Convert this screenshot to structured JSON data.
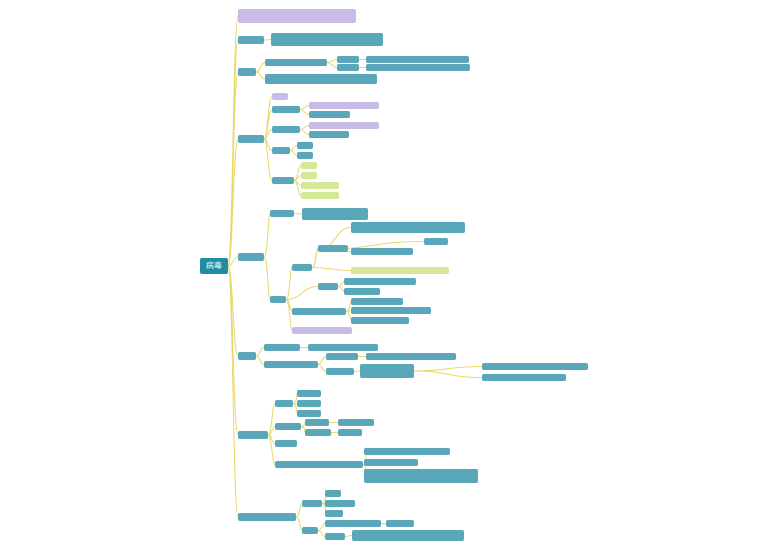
{
  "colors": {
    "root": "#1f8ea4",
    "teal": "#5aa6bb",
    "lavender": "#c9bbe8",
    "lime": "#d5e89a",
    "connector": "#e8d86a"
  },
  "nodes": [
    {
      "id": "root",
      "parent": "",
      "text": "病毒",
      "style": "root"
    },
    {
      "id": "top",
      "parent": "root",
      "text": "",
      "style": "lav"
    },
    {
      "id": "b1",
      "parent": "root",
      "text": "",
      "style": "teal"
    },
    {
      "id": "b1a",
      "parent": "b1",
      "text": "",
      "style": "teal"
    },
    {
      "id": "b2",
      "parent": "root",
      "text": "",
      "style": "teal"
    },
    {
      "id": "b2a",
      "parent": "b2",
      "text": "",
      "style": "teal"
    },
    {
      "id": "b2a1",
      "parent": "b2a",
      "text": "",
      "style": "teal"
    },
    {
      "id": "b2a1a",
      "parent": "b2a1",
      "text": "",
      "style": "teal"
    },
    {
      "id": "b2a2",
      "parent": "b2a",
      "text": "",
      "style": "teal"
    },
    {
      "id": "b2a2a",
      "parent": "b2a2",
      "text": "",
      "style": "teal"
    },
    {
      "id": "b2b",
      "parent": "b2",
      "text": "",
      "style": "teal"
    },
    {
      "id": "b3",
      "parent": "root",
      "text": "",
      "style": "teal"
    },
    {
      "id": "b3a",
      "parent": "b3",
      "text": "",
      "style": "lav"
    },
    {
      "id": "b3b",
      "parent": "b3",
      "text": "",
      "style": "teal"
    },
    {
      "id": "b3b1",
      "parent": "b3b",
      "text": "",
      "style": "lav"
    },
    {
      "id": "b3b2",
      "parent": "b3b",
      "text": "",
      "style": "teal"
    },
    {
      "id": "b3c",
      "parent": "b3",
      "text": "",
      "style": "teal"
    },
    {
      "id": "b3c1",
      "parent": "b3c",
      "text": "",
      "style": "lav"
    },
    {
      "id": "b3c2",
      "parent": "b3c",
      "text": "",
      "style": "teal"
    },
    {
      "id": "b3d",
      "parent": "b3",
      "text": "",
      "style": "teal"
    },
    {
      "id": "b3d1",
      "parent": "b3d",
      "text": "",
      "style": "teal"
    },
    {
      "id": "b3d2",
      "parent": "b3d",
      "text": "",
      "style": "teal"
    },
    {
      "id": "b3e",
      "parent": "b3",
      "text": "",
      "style": "teal"
    },
    {
      "id": "b3e1",
      "parent": "b3e",
      "text": "",
      "style": "lime"
    },
    {
      "id": "b3e2",
      "parent": "b3e",
      "text": "",
      "style": "lime"
    },
    {
      "id": "b3e3",
      "parent": "b3e",
      "text": "",
      "style": "lime"
    },
    {
      "id": "b3e4",
      "parent": "b3e",
      "text": "",
      "style": "lime"
    },
    {
      "id": "b4",
      "parent": "root",
      "text": "",
      "style": "teal"
    },
    {
      "id": "b4a",
      "parent": "b4",
      "text": "",
      "style": "teal"
    },
    {
      "id": "b4a1",
      "parent": "b4a",
      "text": "",
      "style": "teal"
    },
    {
      "id": "b4b",
      "parent": "b4",
      "text": "",
      "style": "teal"
    },
    {
      "id": "b4b1",
      "parent": "b4b",
      "text": "",
      "style": "teal"
    },
    {
      "id": "b4b1a",
      "parent": "b4b1",
      "text": "",
      "style": "teal"
    },
    {
      "id": "b4b1b",
      "parent": "b4b1",
      "text": "",
      "style": "teal"
    },
    {
      "id": "b4b1b1",
      "parent": "b4b1b",
      "text": "",
      "style": "teal"
    },
    {
      "id": "b4b1b2",
      "parent": "b4b1b",
      "text": "",
      "style": "teal"
    },
    {
      "id": "b4b1b3",
      "parent": "b4b1b",
      "text": "",
      "style": "teal"
    },
    {
      "id": "b4b1c",
      "parent": "b4b1",
      "text": "",
      "style": "lime"
    },
    {
      "id": "b4b2",
      "parent": "b4b",
      "text": "",
      "style": "teal"
    },
    {
      "id": "b4b2a",
      "parent": "b4b2",
      "text": "",
      "style": "teal"
    },
    {
      "id": "b4b2b",
      "parent": "b4b2",
      "text": "",
      "style": "teal"
    },
    {
      "id": "b4b3",
      "parent": "b4b",
      "text": "",
      "style": "teal"
    },
    {
      "id": "b4b3a",
      "parent": "b4b3",
      "text": "",
      "style": "teal"
    },
    {
      "id": "b4b3b",
      "parent": "b4b3",
      "text": "",
      "style": "teal"
    },
    {
      "id": "b4b3c",
      "parent": "b4b3",
      "text": "",
      "style": "teal"
    },
    {
      "id": "b4b4",
      "parent": "b4b",
      "text": "",
      "style": "lav"
    },
    {
      "id": "b5",
      "parent": "root",
      "text": "",
      "style": "teal"
    },
    {
      "id": "b5a",
      "parent": "b5",
      "text": "",
      "style": "teal"
    },
    {
      "id": "b5a1",
      "parent": "b5a",
      "text": "",
      "style": "teal"
    },
    {
      "id": "b5b",
      "parent": "b5",
      "text": "",
      "style": "teal"
    },
    {
      "id": "b5b1",
      "parent": "b5b",
      "text": "",
      "style": "teal"
    },
    {
      "id": "b5b1a",
      "parent": "b5b1",
      "text": "",
      "style": "teal"
    },
    {
      "id": "b5b2",
      "parent": "b5b",
      "text": "",
      "style": "teal"
    },
    {
      "id": "b5b2a",
      "parent": "b5b2",
      "text": "",
      "style": "teal"
    },
    {
      "id": "b5b2a1",
      "parent": "b5b2a",
      "text": "",
      "style": "teal"
    },
    {
      "id": "b5b2a2",
      "parent": "b5b2a",
      "text": "",
      "style": "teal"
    },
    {
      "id": "b6",
      "parent": "root",
      "text": "",
      "style": "teal"
    },
    {
      "id": "b6a",
      "parent": "b6",
      "text": "",
      "style": "teal"
    },
    {
      "id": "b6a1",
      "parent": "b6a",
      "text": "",
      "style": "teal"
    },
    {
      "id": "b6a2",
      "parent": "b6a",
      "text": "",
      "style": "teal"
    },
    {
      "id": "b6a3",
      "parent": "b6a",
      "text": "",
      "style": "teal"
    },
    {
      "id": "b6b",
      "parent": "b6",
      "text": "",
      "style": "teal"
    },
    {
      "id": "b6b1",
      "parent": "b6b",
      "text": "",
      "style": "teal"
    },
    {
      "id": "b6b1a",
      "parent": "b6b1",
      "text": "",
      "style": "teal"
    },
    {
      "id": "b6b2",
      "parent": "b6b",
      "text": "",
      "style": "teal"
    },
    {
      "id": "b6b2a",
      "parent": "b6b2",
      "text": "",
      "style": "teal"
    },
    {
      "id": "b6c",
      "parent": "b6",
      "text": "",
      "style": "teal"
    },
    {
      "id": "b6d",
      "parent": "b6",
      "text": "",
      "style": "teal"
    },
    {
      "id": "b6d1",
      "parent": "b6d",
      "text": "",
      "style": "teal"
    },
    {
      "id": "b6d2",
      "parent": "b6d",
      "text": "",
      "style": "teal"
    },
    {
      "id": "b6d3",
      "parent": "b6d",
      "text": "",
      "style": "teal"
    },
    {
      "id": "b7",
      "parent": "root",
      "text": "",
      "style": "teal"
    },
    {
      "id": "b7a",
      "parent": "b7",
      "text": "",
      "style": "teal"
    },
    {
      "id": "b7a1",
      "parent": "b7a",
      "text": "",
      "style": "teal"
    },
    {
      "id": "b7a2",
      "parent": "b7a",
      "text": "",
      "style": "teal"
    },
    {
      "id": "b7a3",
      "parent": "b7a",
      "text": "",
      "style": "teal"
    },
    {
      "id": "b7b",
      "parent": "b7",
      "text": "",
      "style": "teal"
    },
    {
      "id": "b7b1",
      "parent": "b7b",
      "text": "",
      "style": "teal"
    },
    {
      "id": "b7b1a",
      "parent": "b7b1",
      "text": "",
      "style": "teal"
    },
    {
      "id": "b7b2",
      "parent": "b7b",
      "text": "",
      "style": "teal"
    },
    {
      "id": "b7b2a",
      "parent": "b7b2",
      "text": "",
      "style": "teal"
    }
  ]
}
